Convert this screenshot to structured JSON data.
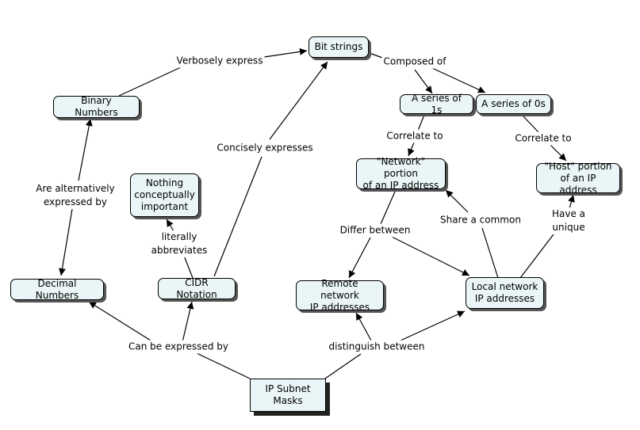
{
  "concepts": {
    "bit_strings": "Bit strings",
    "binary_numbers": "Binary Numbers",
    "series_1s": "A series of 1s",
    "series_0s": "A series of 0s",
    "nothing_important": "Nothing\nconceptually\nimportant",
    "network_portion": "\"Network\" portion\nof an IP address",
    "host_portion": "\"Host\" portion\nof an IP address",
    "decimal_numbers": "Decimal Numbers",
    "cidr_notation": "CIDR Notation",
    "remote_network": "Remote network\nIP addresses",
    "local_network": "Local network\nIP addresses",
    "subnet_masks": "IP Subnet Masks"
  },
  "links": {
    "verbosely_express": "Verbosely express",
    "composed_of": "Composed of",
    "concisely_expresses": "Concisely expresses",
    "correlate_to_1": "Correlate to",
    "correlate_to_2": "Correlate to",
    "alternatively_expressed": "Are alternatively\nexpressed by",
    "literally_abbreviates": "literally\nabbreviates",
    "differ_between": "Differ between",
    "share_common": "Share a common",
    "have_unique": "Have a unique",
    "can_be_expressed": "Can be expressed by",
    "distinguish_between": "distinguish between"
  },
  "colors": {
    "node_fill": "#eaf5f7",
    "line": "#000000"
  }
}
